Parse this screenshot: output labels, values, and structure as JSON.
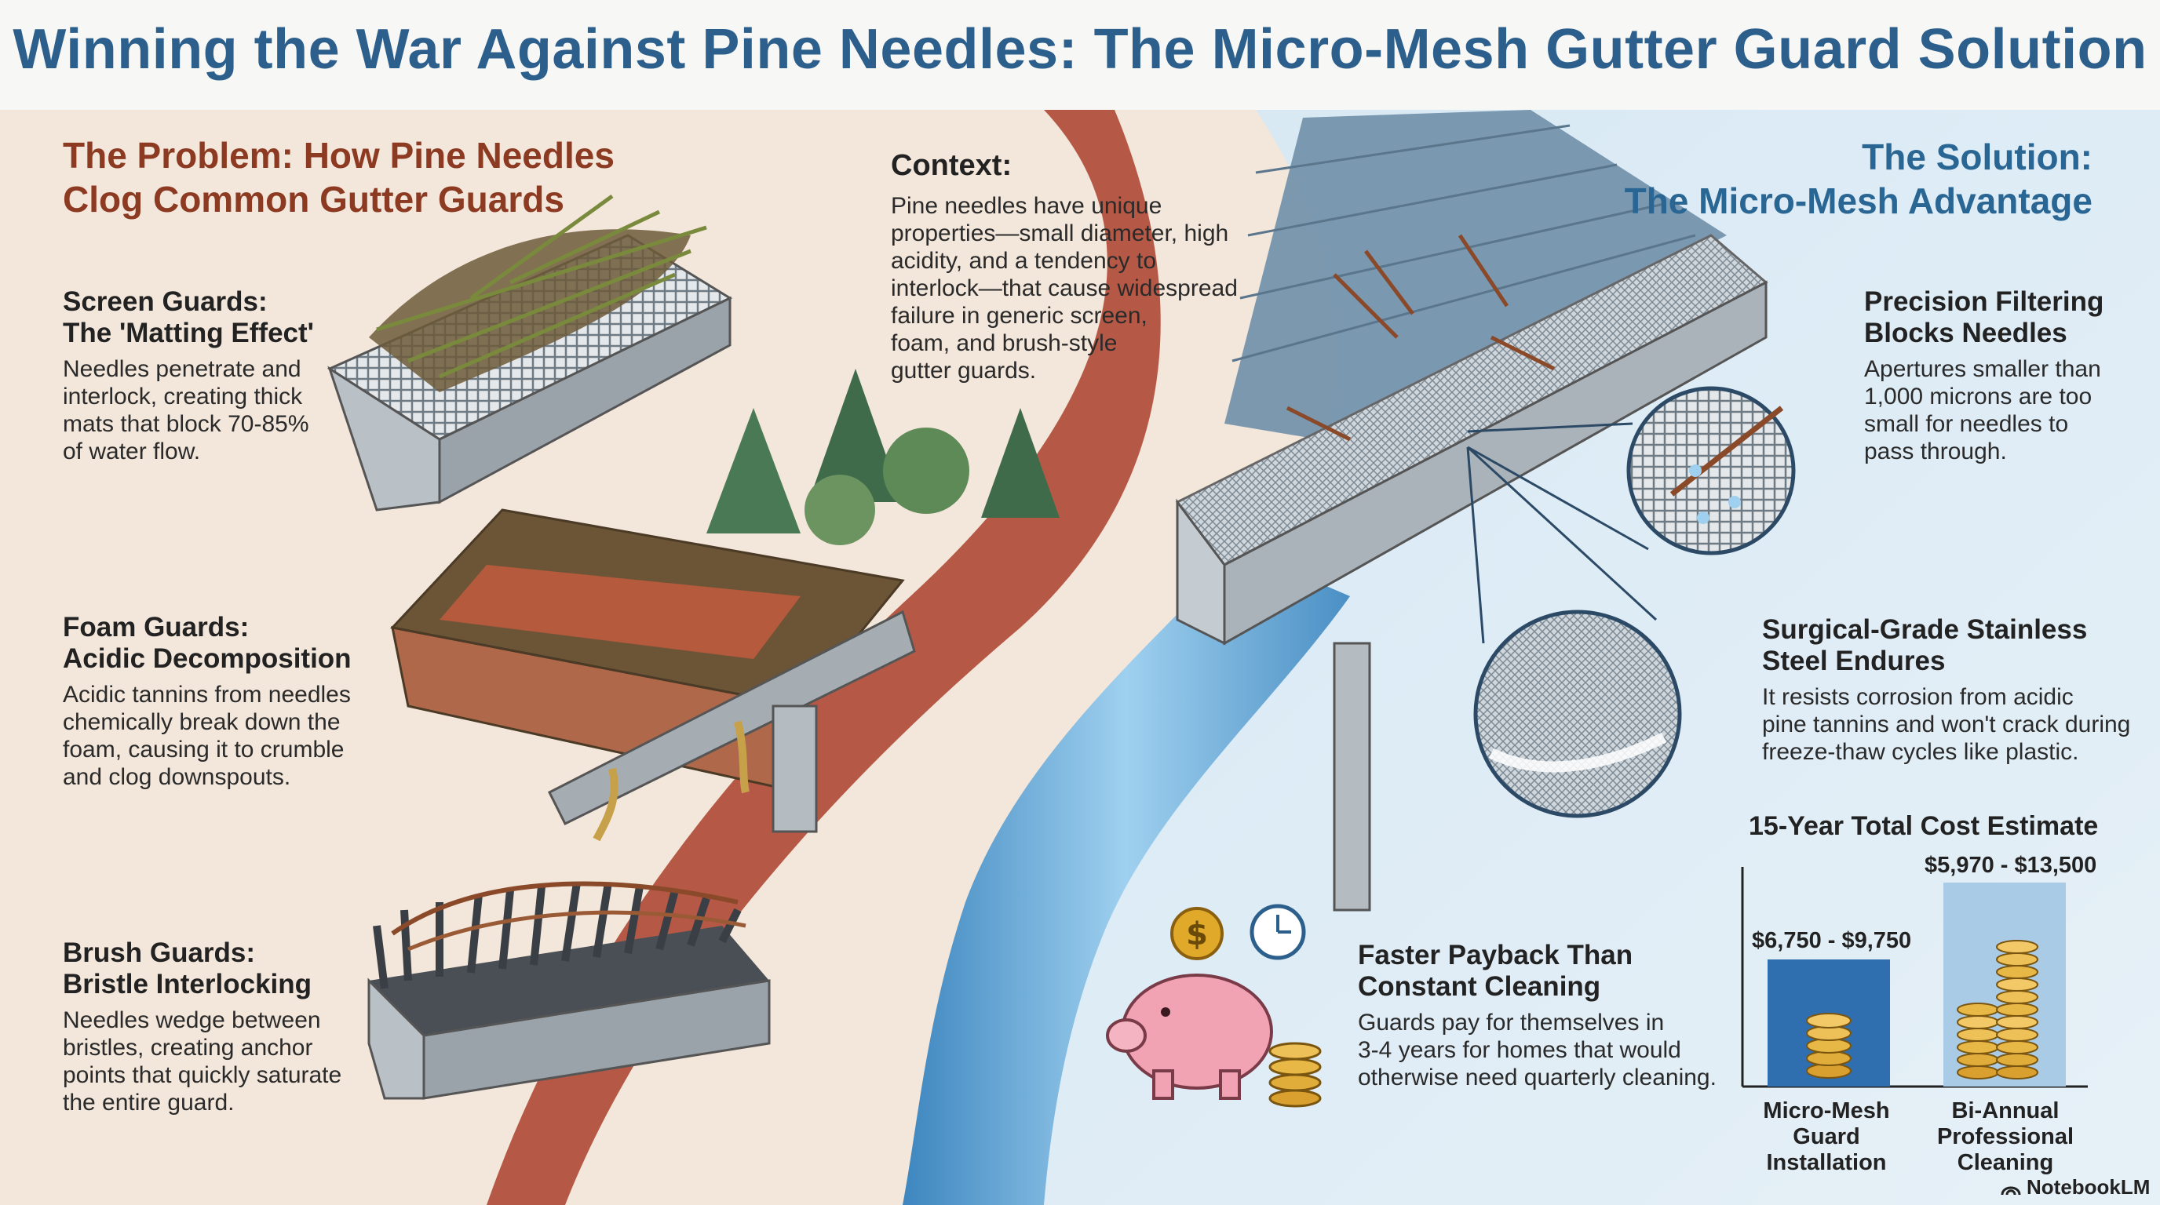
{
  "title": "Winning the War Against Pine Needles: The Micro-Mesh Gutter Guard Solution",
  "problem": {
    "heading_line1": "The Problem: How Pine Needles",
    "heading_line2": "Clog Common Gutter Guards",
    "items": [
      {
        "title1": "Screen Guards:",
        "title2": "The 'Matting Effect'",
        "lines": [
          "Needles penetrate and",
          "interlock, creating thick",
          "mats that block 70-85%",
          "of water flow."
        ]
      },
      {
        "title1": "Foam Guards:",
        "title2": "Acidic Decomposition",
        "lines": [
          "Acidic tannins from needles",
          "chemically break down the",
          "foam, causing it to crumble",
          "and clog downspouts."
        ]
      },
      {
        "title1": "Brush Guards:",
        "title2": "Bristle Interlocking",
        "lines": [
          "Needles wedge between",
          "bristles, creating anchor",
          "points that quickly saturate",
          "the entire guard."
        ]
      }
    ]
  },
  "context": {
    "heading": "Context:",
    "lines": [
      "Pine needles have unique",
      "properties—small diameter, high",
      "acidity, and a tendency to",
      "interlock—that cause widespread",
      "failure in generic screen,",
      "foam, and brush-style",
      "gutter guards."
    ]
  },
  "solution": {
    "heading_line1": "The Solution:",
    "heading_line2": "The Micro-Mesh Advantage",
    "filter": {
      "title1": "Precision Filtering",
      "title2": "Blocks Needles",
      "lines": [
        "Apertures smaller than",
        "1,000 microns are too",
        "small for needles to",
        "pass through."
      ]
    },
    "steel": {
      "title1": "Surgical-Grade Stainless",
      "title2": "Steel Endures",
      "lines": [
        "It resists corrosion from acidic",
        "pine tannins and won't crack during",
        "freeze-thaw cycles like plastic."
      ]
    },
    "payback": {
      "title1": "Faster Payback Than",
      "title2": "Constant Cleaning",
      "lines": [
        "Guards pay for themselves in",
        "3-4 years for homes that would",
        "otherwise need quarterly cleaning."
      ]
    }
  },
  "cost": {
    "heading": "15-Year Total Cost Estimate",
    "bars": [
      {
        "value_label": "$6,750 - $9,750",
        "label_lines": [
          "Micro-Mesh",
          "Guard",
          "Installation"
        ],
        "color": "#2f6fb0"
      },
      {
        "value_label": "$5,970 - $13,500",
        "label_lines": [
          "Bi-Annual",
          "Professional",
          "Cleaning"
        ],
        "color": "#a9cbe6"
      }
    ]
  },
  "brand": "NotebookLM",
  "colors": {
    "problem_heading": "#8c3a22",
    "solution_heading": "#2a6694",
    "title": "#2c5f8c",
    "water": "#7fb8e0"
  },
  "icons": [
    "piggy-bank-icon",
    "clock-icon",
    "coin-stack-icon",
    "notebooklm-logo-icon"
  ]
}
